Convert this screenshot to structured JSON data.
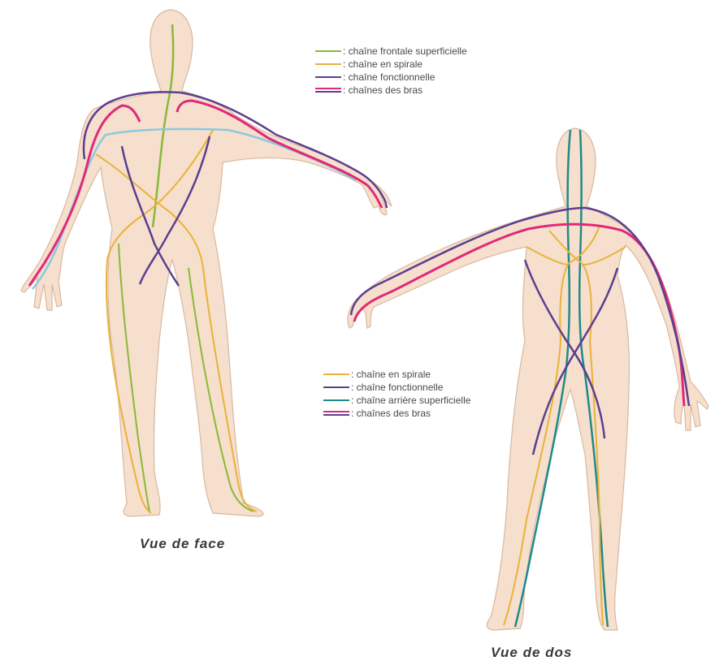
{
  "colors": {
    "skin": "#f6dfcc",
    "outline": "#d8b8a0",
    "frontale": "#8ab83a",
    "spirale": "#e9b23a",
    "fonctionnelle": "#5b3f8f",
    "arriere": "#1f8a8a",
    "bras_pink": "#e0297a",
    "bras_blue": "#8cc8e0"
  },
  "front_view": {
    "caption": "Vue de face",
    "legend": [
      {
        "label": ": chaîne frontale superficielle",
        "color": "frontale"
      },
      {
        "label": ": chaîne en spirale",
        "color": "spirale"
      },
      {
        "label": ": chaîne fonctionnelle",
        "color": "fonctionnelle"
      },
      {
        "label": ": chaînes des bras",
        "color": "bras_pink",
        "color2": "fonctionnelle"
      }
    ]
  },
  "back_view": {
    "caption": "Vue de dos",
    "legend": [
      {
        "label": ": chaîne en spirale",
        "color": "spirale"
      },
      {
        "label": ": chaîne fonctionnelle",
        "color": "fonctionnelle"
      },
      {
        "label": ": chaîne arrière superficielle",
        "color": "arriere"
      },
      {
        "label": ": chaînes des bras",
        "color": "bras_pink",
        "color2": "fonctionnelle"
      }
    ]
  }
}
